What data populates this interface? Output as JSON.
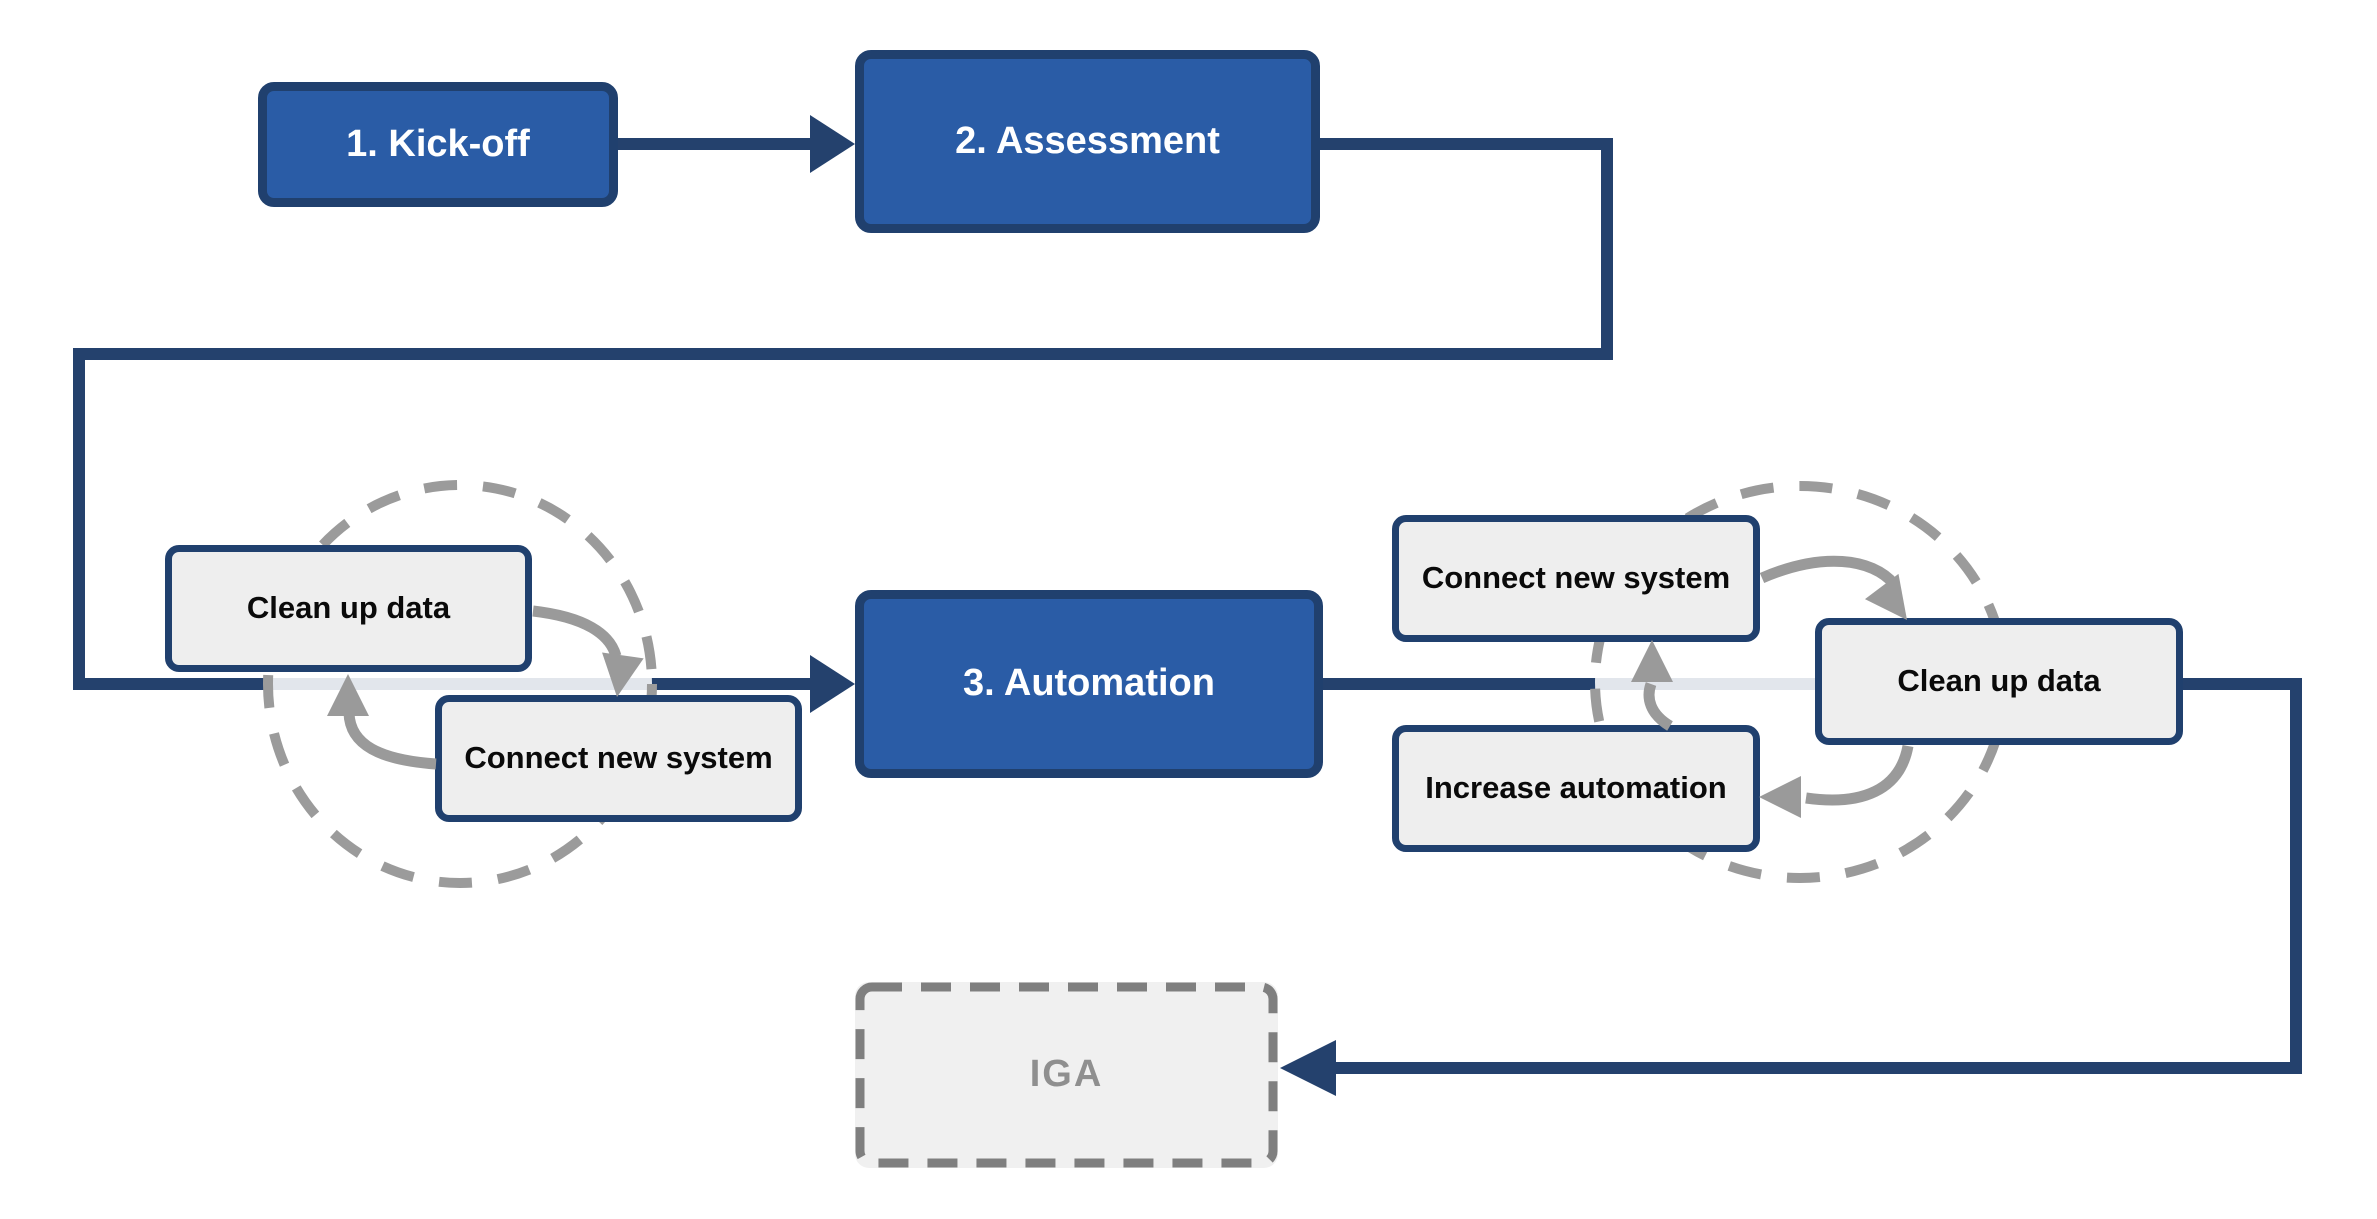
{
  "nodes": {
    "kickoff": {
      "label": "1. Kick-off"
    },
    "assessment": {
      "label": "2. Assessment"
    },
    "automation": {
      "label": "3. Automation"
    },
    "cleanup_left": {
      "label": "Clean up data"
    },
    "connect_left": {
      "label": "Connect new system"
    },
    "connect_right": {
      "label": "Connect new system"
    },
    "cleanup_right": {
      "label": "Clean up data"
    },
    "increase_automation": {
      "label": "Increase automation"
    },
    "iga": {
      "label": "IGA"
    }
  },
  "edges": [
    {
      "from": "1. Kick-off",
      "to": "2. Assessment",
      "style": "solid-navy-arrow"
    },
    {
      "from": "2. Assessment",
      "to": "3. Automation",
      "style": "solid-navy-arrow-wrapped"
    },
    {
      "from": "3. Automation",
      "to": "IGA",
      "style": "solid-navy-arrow-wrapped"
    },
    {
      "from": "Clean up data",
      "to": "Connect new system",
      "loop": "left",
      "style": "curved-gray-arrow"
    },
    {
      "from": "Connect new system",
      "to": "Clean up data",
      "loop": "left",
      "style": "curved-gray-arrow"
    },
    {
      "from": "Connect new system",
      "to": "Clean up data",
      "loop": "right",
      "style": "curved-gray-arrow"
    },
    {
      "from": "Clean up data",
      "to": "Increase automation",
      "loop": "right",
      "style": "curved-gray-arrow"
    },
    {
      "from": "Increase automation",
      "to": "Connect new system",
      "loop": "right",
      "style": "curved-gray-arrow"
    }
  ],
  "loops": [
    {
      "name": "left-iteration-loop",
      "style": "dashed-gray-circle"
    },
    {
      "name": "right-iteration-loop",
      "style": "dashed-gray-circle"
    }
  ],
  "colors": {
    "primary_fill": "#2A5CA6",
    "primary_border": "#20406E",
    "primary_text": "#FFFFFF",
    "connector_navy": "#24416D",
    "secondary_fill": "#EEEEEE",
    "secondary_border": "#20406E",
    "secondary_text": "#0A0A0A",
    "gray_arrow": "#9A9A9A",
    "dashed_circle": "#9B9B9B",
    "faded_line": "#E5EAF4",
    "iga_fill": "#F0F0F0",
    "iga_border": "#7F7F7F",
    "iga_text": "#8F8F8F",
    "background": "#FFFFFF"
  }
}
